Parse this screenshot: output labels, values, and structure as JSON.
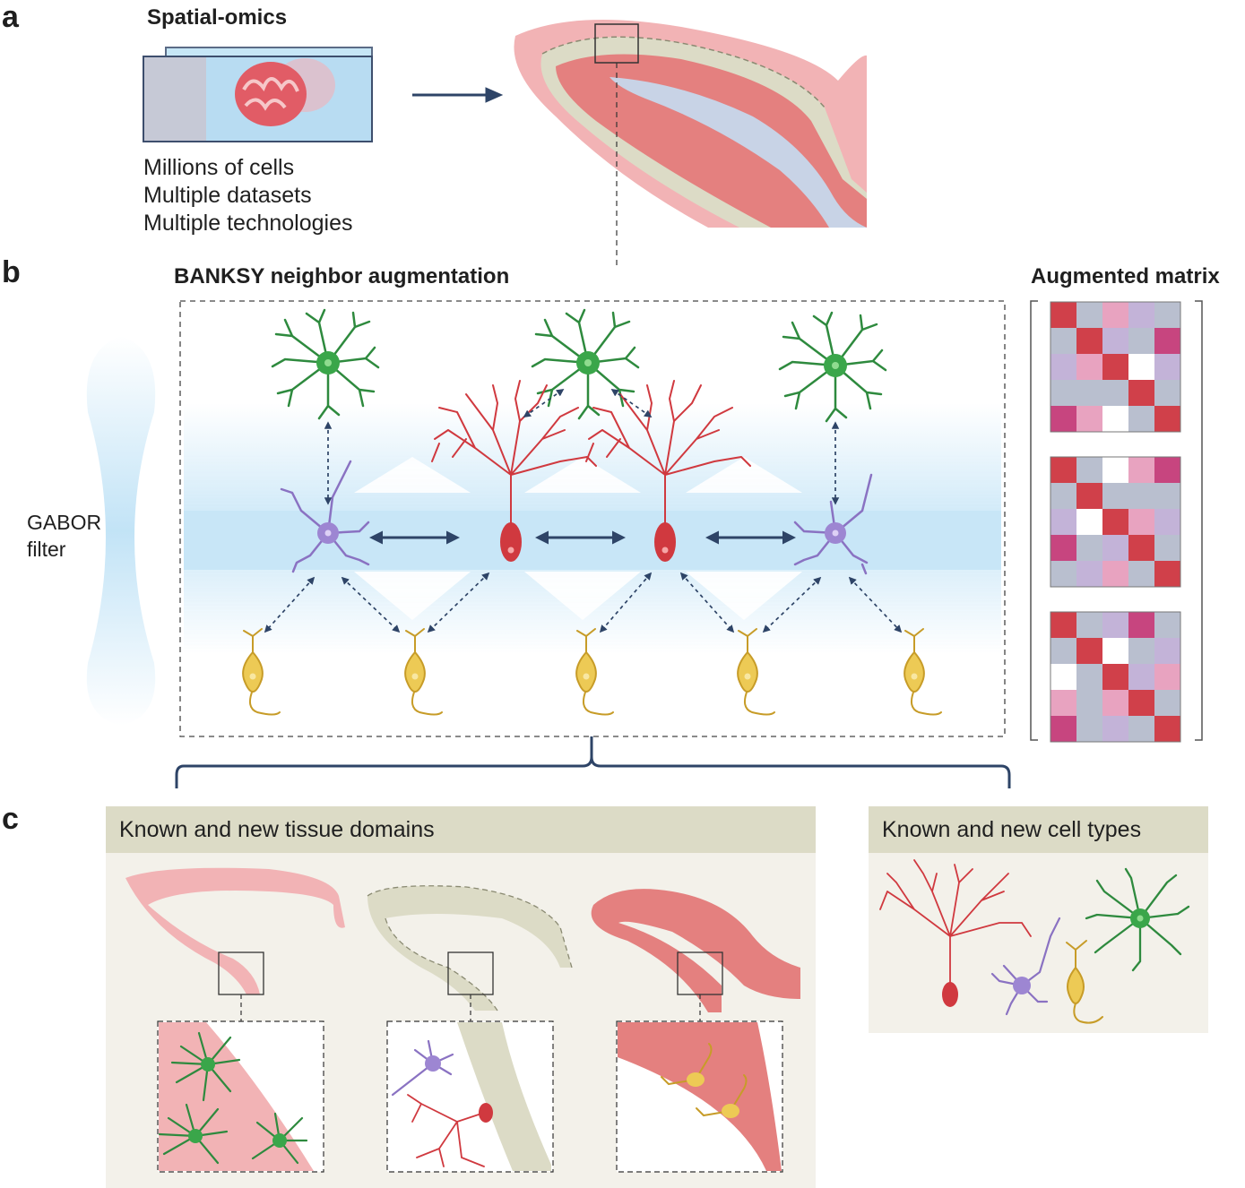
{
  "panels": {
    "a": {
      "letter": "a",
      "title": "Spatial-omics",
      "lines": [
        "Millions of cells",
        "Multiple datasets",
        "Multiple technologies"
      ]
    },
    "b": {
      "letter": "b",
      "title": "BANKSY neighbor augmentation",
      "gabor_label": [
        "GABOR",
        "filter"
      ],
      "matrix_title": "Augmented matrix"
    },
    "c": {
      "letter": "c",
      "domains_title": "Known and new tissue domains",
      "celltypes_title": "Known and new cell types"
    }
  },
  "colors": {
    "arrow": "#2e4467",
    "astrocyte": "#2e8a3e",
    "purkinje": "#d0393f",
    "microglia": "#8a72c2",
    "granule": "#d8b640",
    "tissue_pink": "#f2b3b5",
    "tissue_red": "#e4807f",
    "tissue_beige": "#dcdbc6",
    "gabor_blue": "#bfe2f6",
    "panel_bg": "#f3f1ea"
  },
  "matrices": [
    [
      [
        "#d0404a",
        "#b9bfcf",
        "#e8a3c0",
        "#c3b3d8",
        "#b9bfcf"
      ],
      [
        "#b9bfcf",
        "#d0404a",
        "#c3b3d8",
        "#b9bfcf",
        "#c7457f"
      ],
      [
        "#c3b3d8",
        "#e8a3c0",
        "#d0404a",
        "#ffffff",
        "#c3b3d8"
      ],
      [
        "#b9bfcf",
        "#b9bfcf",
        "#b9bfcf",
        "#d0404a",
        "#b9bfcf"
      ],
      [
        "#c7457f",
        "#e8a3c0",
        "#ffffff",
        "#b9bfcf",
        "#d0404a"
      ]
    ],
    [
      [
        "#d0404a",
        "#b9bfcf",
        "#ffffff",
        "#e8a3c0",
        "#c7457f"
      ],
      [
        "#b9bfcf",
        "#d0404a",
        "#b9bfcf",
        "#b9bfcf",
        "#b9bfcf"
      ],
      [
        "#c3b3d8",
        "#ffffff",
        "#d0404a",
        "#e8a3c0",
        "#c3b3d8"
      ],
      [
        "#c7457f",
        "#b9bfcf",
        "#c3b3d8",
        "#d0404a",
        "#b9bfcf"
      ],
      [
        "#b9bfcf",
        "#c3b3d8",
        "#e8a3c0",
        "#b9bfcf",
        "#d0404a"
      ]
    ],
    [
      [
        "#d0404a",
        "#b9bfcf",
        "#c3b3d8",
        "#c7457f",
        "#b9bfcf"
      ],
      [
        "#b9bfcf",
        "#d0404a",
        "#ffffff",
        "#b9bfcf",
        "#c3b3d8"
      ],
      [
        "#ffffff",
        "#b9bfcf",
        "#d0404a",
        "#c3b3d8",
        "#e8a3c0"
      ],
      [
        "#e8a3c0",
        "#b9bfcf",
        "#e8a3c0",
        "#d0404a",
        "#b9bfcf"
      ],
      [
        "#c7457f",
        "#b9bfcf",
        "#c3b3d8",
        "#b9bfcf",
        "#d0404a"
      ]
    ]
  ]
}
